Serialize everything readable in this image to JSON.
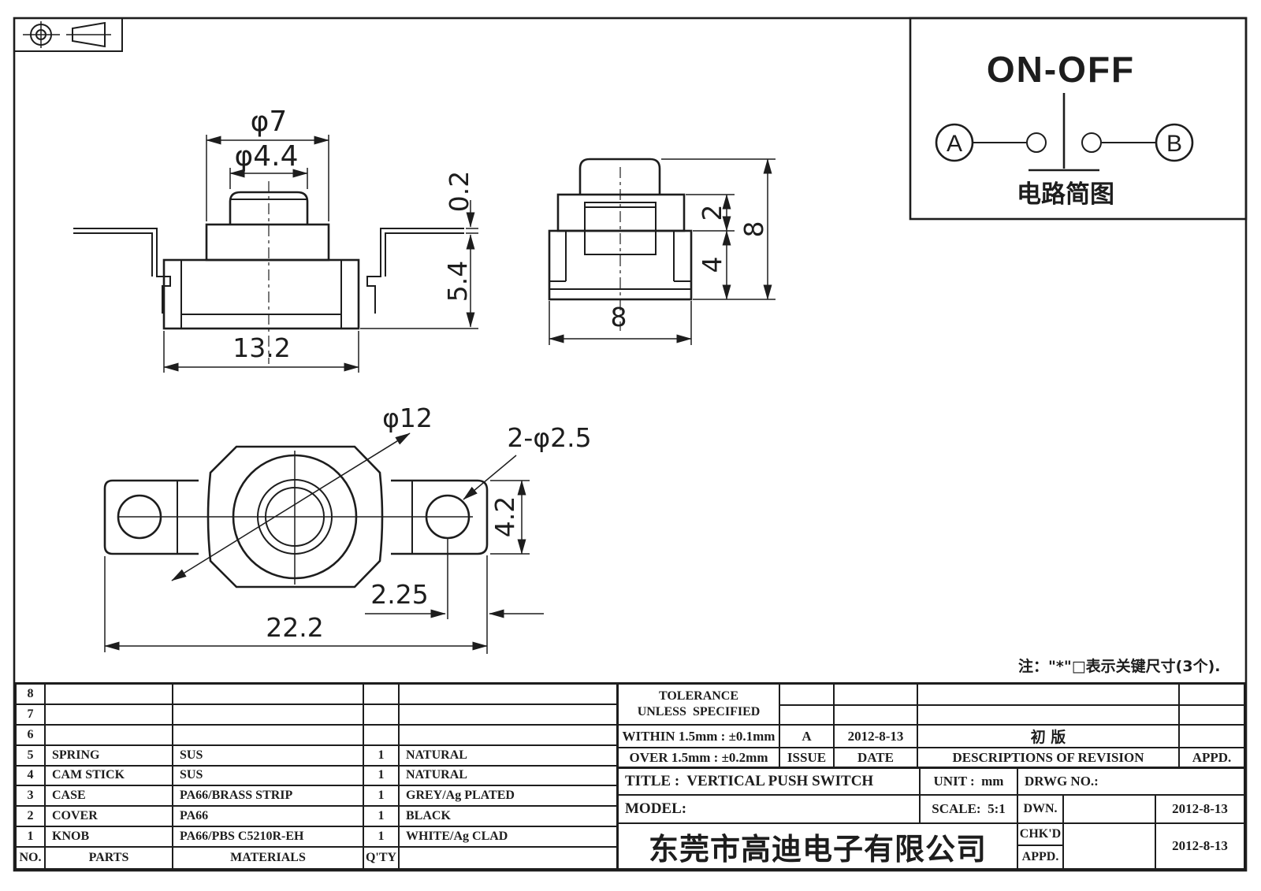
{
  "sheet": {
    "note": "注：\"*\"□表示关键尺寸(3个)."
  },
  "circuit": {
    "title": "ON-OFF",
    "terminal_a": "A",
    "terminal_b": "B",
    "caption": "电路简图"
  },
  "dims": {
    "front": {
      "top_dia": "φ7",
      "button_dia": "φ4.4",
      "lead_offset": "0.2",
      "body_height": "5.4",
      "body_width": "13.2"
    },
    "side": {
      "shoulder_height": "2",
      "body_height": "4",
      "total_height": "8",
      "width": "8"
    },
    "top": {
      "center_dia": "φ12",
      "mount_holes": "2-φ2.5",
      "tab_width": "4.2",
      "hole_to_edge": "2.25",
      "total_width": "22.2"
    }
  },
  "parts_table": {
    "header": {
      "no": "NO.",
      "parts": "PARTS",
      "materials": "MATERIALS",
      "qty": "Q'TY",
      "finish": ""
    },
    "rows": [
      {
        "no": "8",
        "part": "",
        "material": "",
        "qty": "",
        "finish": ""
      },
      {
        "no": "7",
        "part": "",
        "material": "",
        "qty": "",
        "finish": ""
      },
      {
        "no": "6",
        "part": "",
        "material": "",
        "qty": "",
        "finish": ""
      },
      {
        "no": "5",
        "part": "SPRING",
        "material": "SUS",
        "qty": "1",
        "finish": "NATURAL"
      },
      {
        "no": "4",
        "part": "CAM STICK",
        "material": "SUS",
        "qty": "1",
        "finish": "NATURAL"
      },
      {
        "no": "3",
        "part": "CASE",
        "material": "PA66/BRASS STRIP",
        "qty": "1",
        "finish": "GREY/Ag PLATED"
      },
      {
        "no": "2",
        "part": "COVER",
        "material": "PA66",
        "qty": "1",
        "finish": "BLACK"
      },
      {
        "no": "1",
        "part": "KNOB",
        "material": "PA66/PBS C5210R-EH",
        "qty": "1",
        "finish": "WHITE/Ag CLAD"
      }
    ]
  },
  "tolerance": {
    "line1": "TOLERANCE",
    "line2": "UNLESS  SPECIFIED",
    "within": "WITHIN 1.5mm : ±0.1mm",
    "over": "OVER 1.5mm : ±0.2mm",
    "issue_value": "A",
    "issue_date": "2012-8-13",
    "issue_label": "ISSUE",
    "date_label": "DATE",
    "revision_desc": "初 版",
    "revision_header": "DESCRIPTIONS OF REVISION",
    "appd_label": "APPD."
  },
  "title_block": {
    "title": "TITLE :  VERTICAL PUSH SWITCH",
    "unit": "UNIT :  mm",
    "drwg_no": "DRWG NO.:",
    "model": "MODEL:",
    "scale": "SCALE:  5:1",
    "dwn_label": "DWN.",
    "dwn_date": "2012-8-13",
    "chkd_label": "CHK'D",
    "chkd_date": "2012-8-13",
    "appd_label": "APPD.",
    "company": "东莞市高迪电子有限公司"
  }
}
